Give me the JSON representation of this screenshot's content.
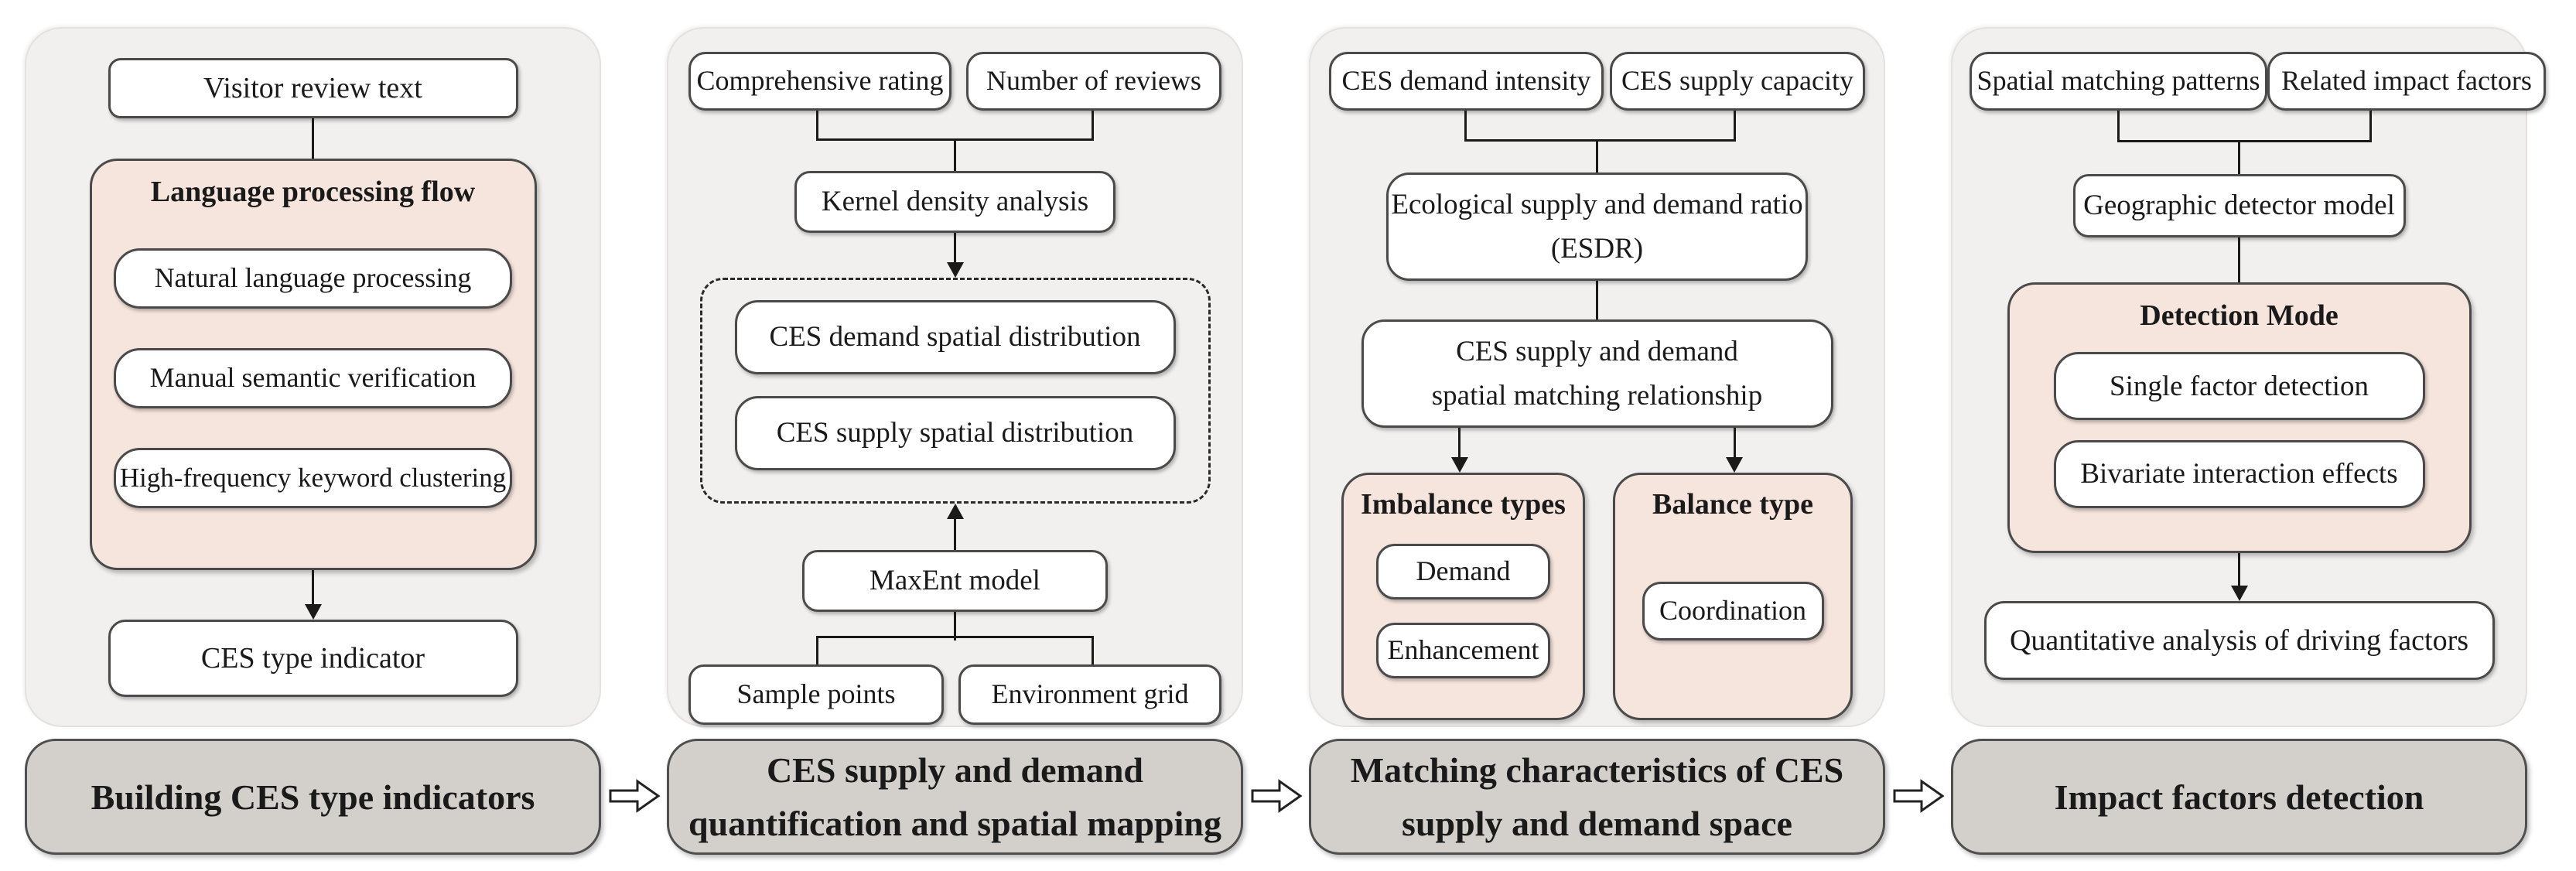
{
  "colors": {
    "page_bg": "#ffffff",
    "panel_bg": "#f2f0ee",
    "pink_bg": "#f6e5dd",
    "bar_bg": "#d3d0cc",
    "box_border": "#4a4a4a",
    "line_color": "#1a1a1a"
  },
  "panel1": {
    "top_box": "Visitor review text",
    "flow_title": "Language processing flow",
    "flow_items": [
      "Natural language processing",
      "Manual semantic verification",
      "High-frequency keyword clustering"
    ],
    "result_box": "CES type indicator",
    "bar_title": "Building CES type indicators"
  },
  "panel2": {
    "input_left": "Comprehensive rating",
    "input_right": "Number of reviews",
    "kernel_box": "Kernel density analysis",
    "dashed_items": [
      "CES demand spatial distribution",
      "CES supply spatial distribution"
    ],
    "maxent_box": "MaxEnt model",
    "bottom_left": "Sample points",
    "bottom_right": "Environment grid",
    "bar_title_line1": "CES supply and demand",
    "bar_title_line2": "quantification and spatial mapping"
  },
  "panel3": {
    "input_left": "CES  demand intensity",
    "input_right": "CES supply capacity",
    "esdr_line1": "Ecological supply and demand ratio",
    "esdr_line2": "(ESDR)",
    "matching_line1": "CES supply and demand",
    "matching_line2": "spatial matching relationship",
    "imbalance_title": "Imbalance types",
    "imbalance_items": [
      "Demand",
      "Enhancement"
    ],
    "balance_title": "Balance type",
    "balance_item": "Coordination",
    "bar_title_line1": "Matching characteristics of CES",
    "bar_title_line2": "supply and demand space"
  },
  "panel4": {
    "input_left": "Spatial matching patterns",
    "input_right": "Related impact factors",
    "model_box": "Geographic detector model",
    "detection_title": "Detection Mode",
    "detection_items": [
      "Single factor detection",
      "Bivariate interaction effects"
    ],
    "result_box": "Quantitative analysis of driving factors",
    "bar_title": "Impact factors detection"
  }
}
